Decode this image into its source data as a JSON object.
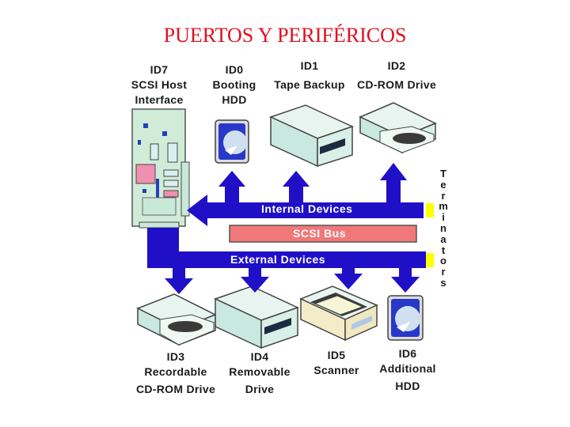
{
  "title": "PUERTOS Y PERIFÉRICOS",
  "devices": [
    {
      "id": "ID7",
      "lines": [
        "SCSI Host",
        "Interface"
      ]
    },
    {
      "id": "ID0",
      "lines": [
        "Booting",
        "HDD"
      ]
    },
    {
      "id": "ID1",
      "lines": [
        "Tape Backup"
      ]
    },
    {
      "id": "ID2",
      "lines": [
        "CD-ROM Drive"
      ]
    },
    {
      "id": "ID3",
      "lines": [
        "Recordable",
        "CD-ROM Drive"
      ]
    },
    {
      "id": "ID4",
      "lines": [
        "Removable",
        "Drive"
      ]
    },
    {
      "id": "ID5",
      "lines": [
        "Scanner"
      ]
    },
    {
      "id": "ID6",
      "lines": [
        "Additional",
        "HDD"
      ]
    }
  ],
  "bus": {
    "internal": "Internal Devices",
    "scsi": "SCSI Bus",
    "external": "External Devices"
  },
  "terminators": [
    "T",
    "e",
    "r",
    "m",
    "i",
    "n",
    "a",
    "t",
    "o",
    "r",
    "s"
  ],
  "colors": {
    "title": "#e01020",
    "bus_blue": "#1f10c8",
    "scsi_bus": "#f07878",
    "terminator": "#ffff00",
    "device_body": "#d8f0e8",
    "hdd_blue": "#2838c8"
  }
}
